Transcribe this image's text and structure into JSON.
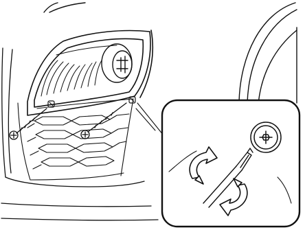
{
  "diagram": {
    "colors": {
      "ink": "#111111",
      "background": "#ffffff"
    },
    "icons": [
      "fog-lamp-bezel",
      "fog-lamp-bulb",
      "mesh-grille",
      "screw",
      "screw-head-phillips",
      "screwdriver",
      "rotation-arrow",
      "tire-arc",
      "detail-callout"
    ]
  }
}
